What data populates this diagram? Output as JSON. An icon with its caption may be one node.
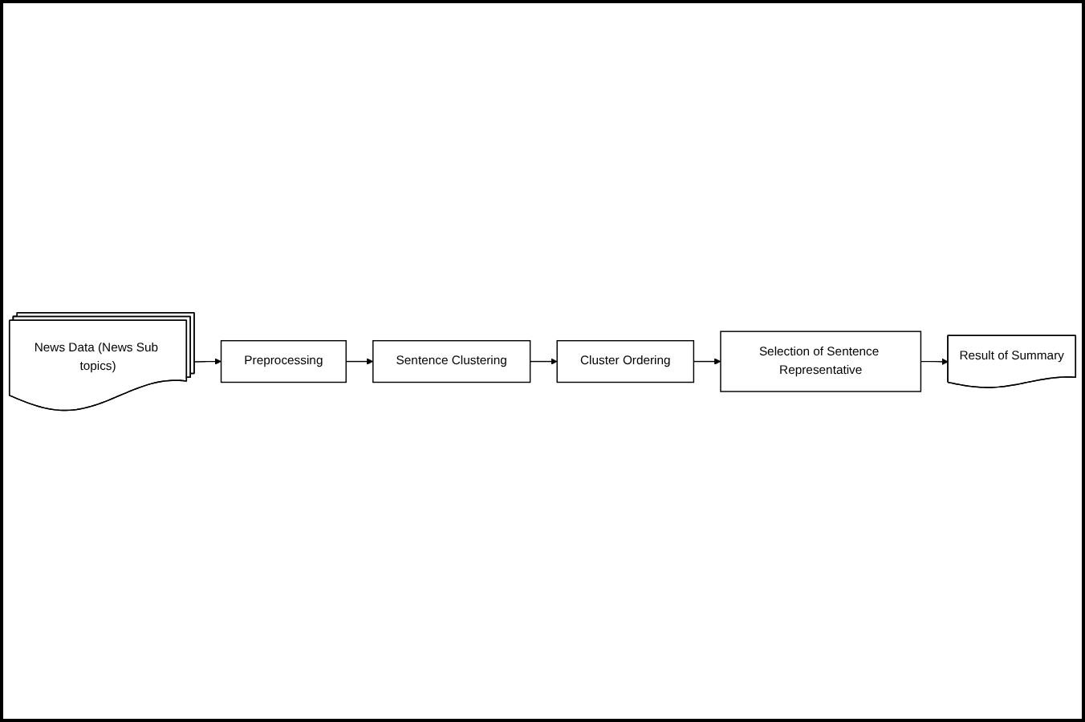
{
  "diagram": {
    "nodes": [
      {
        "text": [
          "News Data (News Sub topics)"
        ]
      },
      {
        "text": [
          "Preprocessing"
        ]
      },
      {
        "text": [
          "Sentence Clustering"
        ]
      },
      {
        "text": [
          "Cluster Ordering"
        ]
      },
      {
        "text": [
          "Selection of Sentence Representative"
        ]
      },
      {
        "text": [
          "Result of Summary"
        ]
      }
    ],
    "edges": [
      {
        "from": 0,
        "to": 1,
        "arrow": "to"
      },
      {
        "from": 1,
        "to": 2,
        "arrow": "to"
      },
      {
        "from": 2,
        "to": 3,
        "arrow": "to"
      },
      {
        "from": 3,
        "to": 4,
        "arrow": "to"
      },
      {
        "from": 4,
        "to": 5,
        "arrow": "to"
      }
    ]
  }
}
